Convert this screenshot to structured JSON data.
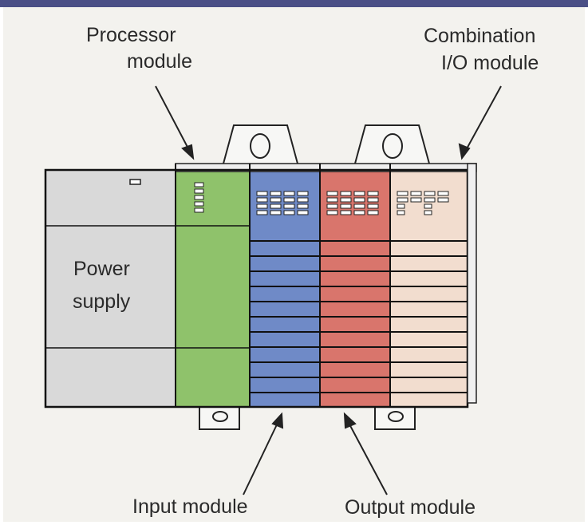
{
  "labels": {
    "processor_line1": "Processor",
    "processor_line2": "module",
    "combination_line1": "Combination",
    "combination_line2": "I/O module",
    "power_line1": "Power",
    "power_line2": "supply",
    "input": "Input module",
    "output": "Output module"
  },
  "colors": {
    "power": "#d9d9d9",
    "processor": "#8fc26b",
    "input": "#6f8ac7",
    "output": "#d9756c",
    "combination": "#f2ddcf",
    "frame": "#111111"
  }
}
